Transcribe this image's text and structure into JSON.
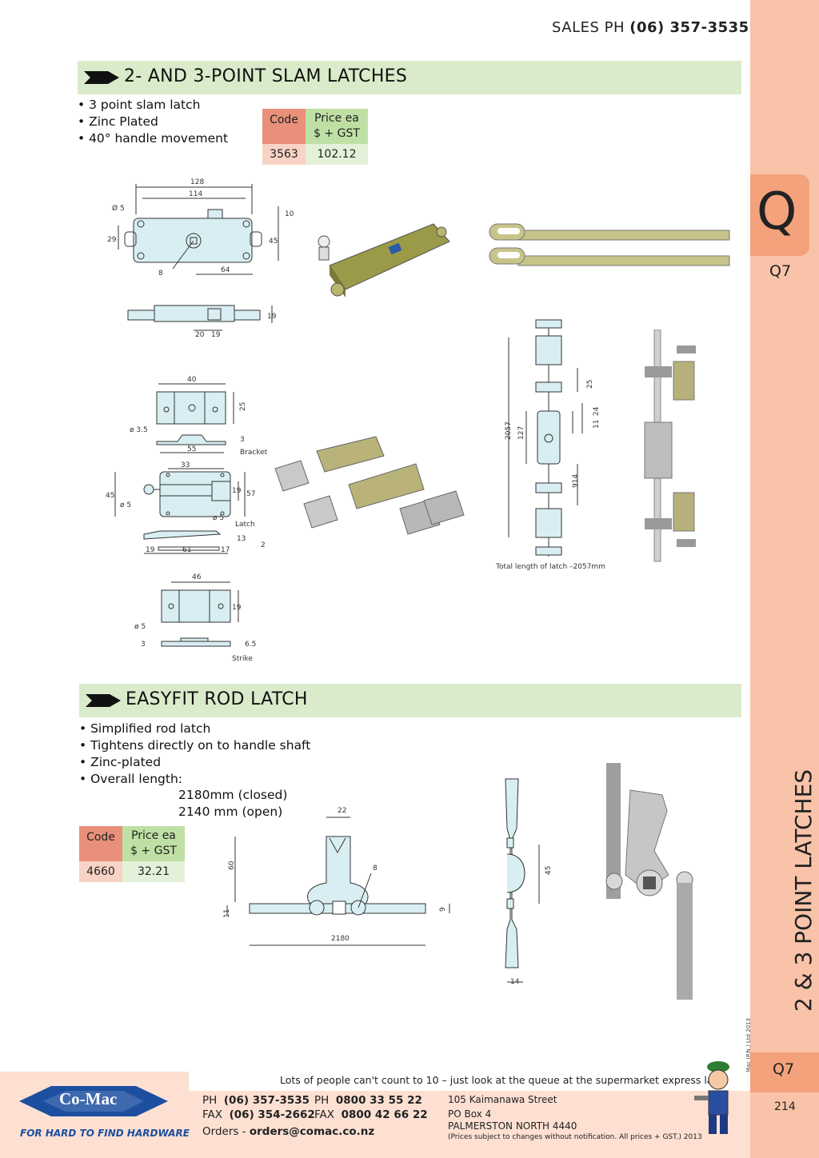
{
  "header": {
    "sales_label": "SALES  PH",
    "sales_phone": "(06) 357-3535"
  },
  "side_tab": {
    "letter": "Q",
    "code_top": "Q7",
    "vertical_title": "2 & 3 POINT LATCHES",
    "copyright": "© Co-Mac (P.N.) Ltd 2013",
    "code_bottom": "Q7",
    "page_number": "214"
  },
  "section1": {
    "title": "2- AND 3-POINT SLAM LATCHES",
    "bullets": [
      "• 3 point slam latch",
      "• Zinc Plated",
      "• 40° handle movement"
    ],
    "table": {
      "code_header": "Code",
      "price_header_1": "Price ea",
      "price_header_2": "$ + GST",
      "code": "3563",
      "price": "102.12"
    },
    "dims": {
      "d128": "128",
      "d114": "114",
      "d5": "Ø 5",
      "d10": "10",
      "d29": "29",
      "d45": "45",
      "d8": "8",
      "d64": "64",
      "d19": "19",
      "d20": "20",
      "d19b": "19",
      "b40": "40",
      "b25": "25",
      "b35": "ø 3.5",
      "b3": "3",
      "b55": "55",
      "bracket": "Bracket",
      "l33": "33",
      "l45": "45",
      "l5": "ø 5",
      "l19": "19",
      "l57": "57",
      "l5b": "ø 5",
      "latch": "Latch",
      "l13": "13",
      "l2": "2",
      "l19b": "19",
      "l61": "61",
      "l17": "17",
      "s46": "46",
      "s5": "ø 5",
      "s19": "19",
      "s3": "3",
      "s65": "6.5",
      "strike": "Strike",
      "r2057": "2057",
      "r127": "127",
      "r25": "25",
      "r11": "11",
      "r24": "24",
      "r914": "914",
      "total_length": "Total length of latch –2057mm"
    }
  },
  "section2": {
    "title": "EASYFIT ROD LATCH",
    "bullets": [
      "• Simplified rod latch",
      "• Tightens directly on to handle shaft",
      "• Zinc-plated",
      "• Overall length:"
    ],
    "lengths": [
      "2180mm (closed)",
      "2140 mm (open)"
    ],
    "table": {
      "code_header": "Code",
      "price_header_1": "Price ea",
      "price_header_2": "$ + GST",
      "code": "4660",
      "price": "32.21"
    },
    "dims": {
      "d22": "22",
      "d60": "60",
      "d8": "8",
      "d11": "11",
      "d9": "9",
      "d2180": "2180",
      "d45": "45",
      "d14": "14"
    }
  },
  "footer": {
    "joke": "Lots of people can't count to 10 – just look at the queue at the supermarket express lane.",
    "logo_text": "Co-Mac",
    "tagline": "FOR HARD TO FIND HARDWARE",
    "ph_label": "PH",
    "ph": "(06) 357-3535",
    "fax_label": "FAX",
    "fax": "(06) 354-2662",
    "orders_label": "Orders -",
    "orders": "orders@comac.co.nz",
    "ph2_label": "PH",
    "ph2": "0800 33 55 22",
    "fax2_label": "FAX",
    "fax2": "0800 42 66 22",
    "addr1": "105 Kaimanawa Street",
    "addr2": "PO Box 4",
    "addr3": "PALMERSTON NORTH 4440",
    "disclaimer": "(Prices subject to changes without notification.  All prices + GST.)  2013"
  },
  "colors": {
    "section_bar": "#d9ebca",
    "side_tab": "#f8c3a8",
    "tab_accent": "#f4a27c",
    "code_header": "#e8907a",
    "price_header": "#bfe0a4",
    "brand_blue": "#1d4fa0"
  }
}
